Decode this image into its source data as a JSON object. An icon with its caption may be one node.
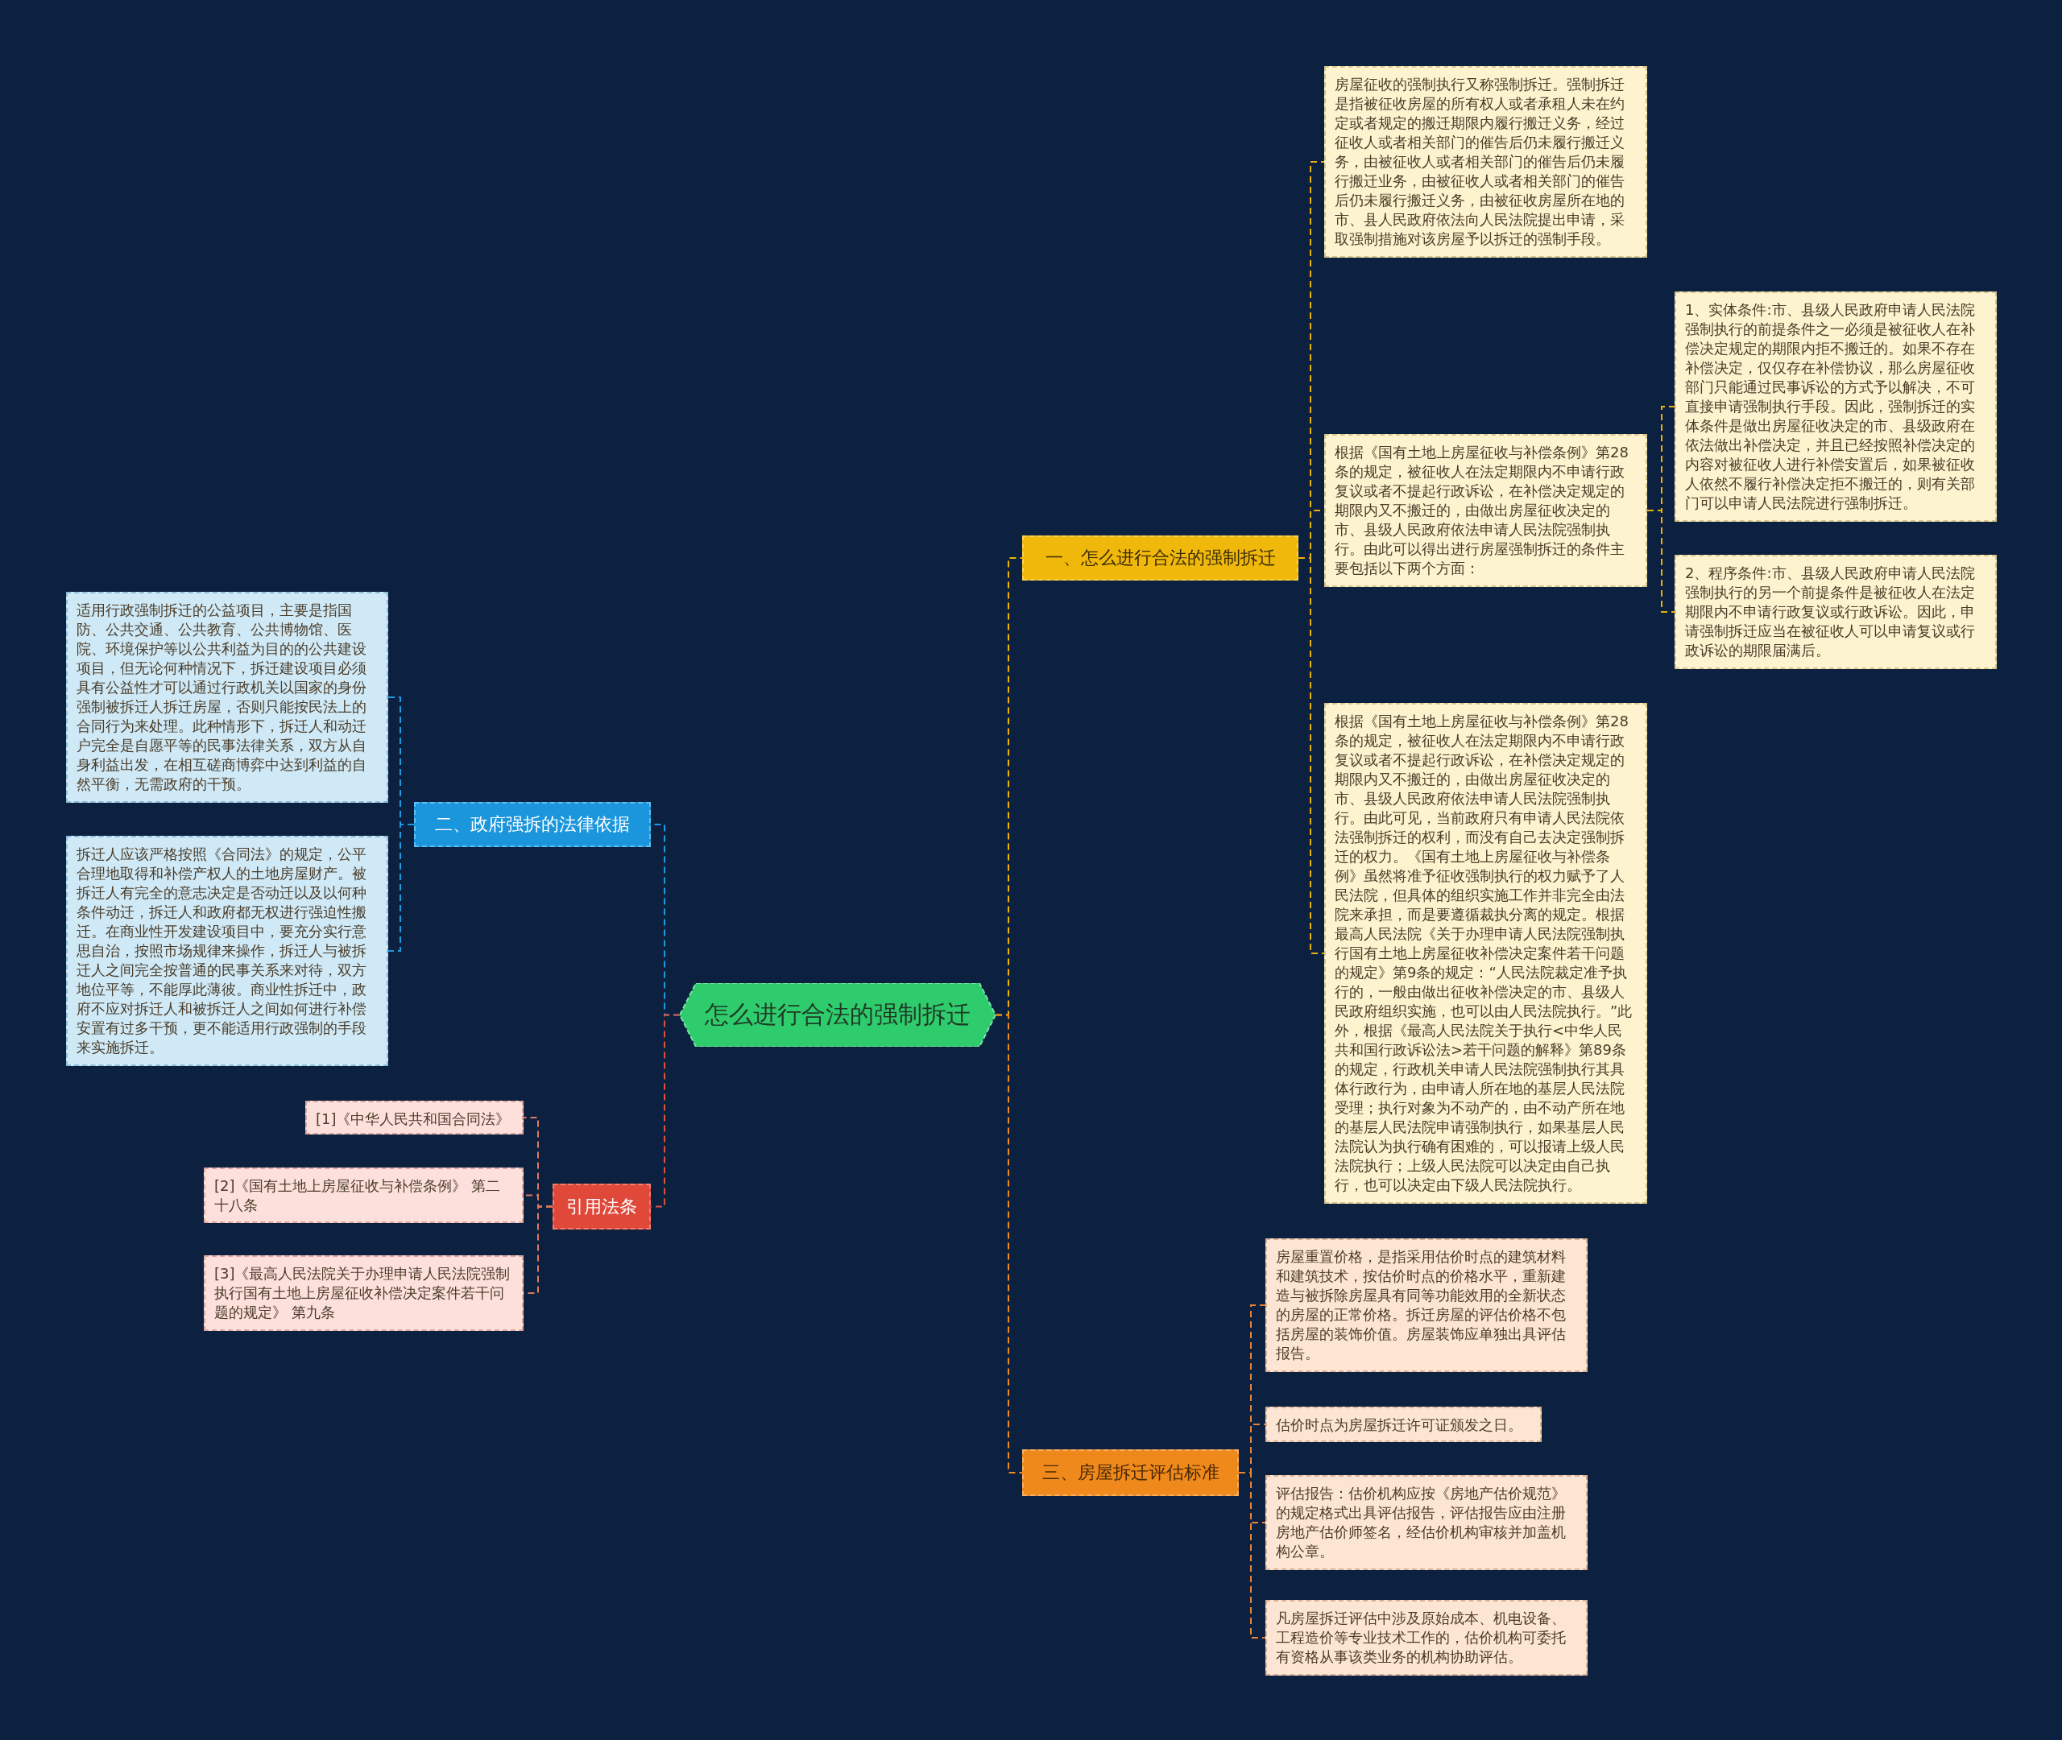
{
  "diagram": {
    "nodes": [
      {
        "text": [
          "怎么进行合法的强制拆迁"
        ]
      },
      {
        "text": [
          "一、怎么进行合法的强制拆迁"
        ]
      },
      {
        "text": [
          "房屋征收的强制执行又称强制拆迁。强制拆迁是指被征收房屋的所有权人或者承租人未在约定或者规定的搬迁期限内履行搬迁义务，经过征收人或者相关部门的催告后仍未履行搬迁义务，由被征收人或者相关部门的催告后仍未履行搬迁业务，由被征收人或者相关部门的催告后仍未履行搬迁义务，由被征收房屋所在地的市、县人民政府依法向人民法院提出申请，采取强制措施对该房屋予以拆迁的强制手段。"
        ]
      },
      {
        "text": [
          "根据《国有土地上房屋征收与补偿条例》第28条的规定，被征收人在法定期限内不申请行政复议或者不提起行政诉讼，在补偿决定规定的期限内又不搬迁的，由做出房屋征收决定的市、县级人民政府依法申请人民法院强制执行。由此可以得出进行房屋强制拆迁的条件主要包括以下两个方面："
        ]
      },
      {
        "text": [
          "1、实体条件:市、县级人民政府申请人民法院强制执行的前提条件之一必须是被征收人在补偿决定规定的期限内拒不搬迁的。如果不存在补偿决定，仅仅存在补偿协议，那么房屋征收部门只能通过民事诉讼的方式予以解决，不可直接申请强制执行手段。因此，强制拆迁的实体条件是做出房屋征收决定的市、县级政府在依法做出补偿决定，并且已经按照补偿决定的内容对被征收人进行补偿安置后，如果被征收人依然不履行补偿决定拒不搬迁的，则有关部门可以申请人民法院进行强制拆迁。"
        ]
      },
      {
        "text": [
          "2、程序条件:市、县级人民政府申请人民法院强制执行的另一个前提条件是被征收人在法定期限内不申请行政复议或行政诉讼。因此，申请强制拆迁应当在被征收人可以申请复议或行政诉讼的期限届满后。"
        ]
      },
      {
        "text": [
          "根据《国有土地上房屋征收与补偿条例》第28条的规定，被征收人在法定期限内不申请行政复议或者不提起行政诉讼，在补偿决定规定的期限内又不搬迁的，由做出房屋征收决定的市、县级人民政府依法申请人民法院强制执行。由此可见，当前政府只有申请人民法院依法强制拆迁的权利，而没有自己去决定强制拆迁的权力。《国有土地上房屋征收与补偿条例》虽然将准予征收强制执行的权力赋予了人民法院，但具体的组织实施工作并非完全由法院来承担，而是要遵循裁执分离的规定。根据最高人民法院《关于办理申请人民法院强制执行国有土地上房屋征收补偿决定案件若干问题的规定》第9条的规定：“人民法院裁定准予执行的，一般由做出征收补偿决定的市、县级人民政府组织实施，也可以由人民法院执行。”此外，根据《最高人民法院关于执行<中华人民共和国行政诉讼法>若干问题的解释》第89条的规定，行政机关申请人民法院强制执行其具体行政行为，由申请人所在地的基层人民法院受理；执行对象为不动产的，由不动产所在地的基层人民法院申请强制执行，如果基层人民法院认为执行确有困难的，可以报请上级人民法院执行；上级人民法院可以决定由自己执行，也可以决定由下级人民法院执行。"
        ]
      },
      {
        "text": [
          "二、政府强拆的法律依据"
        ]
      },
      {
        "text": [
          "适用行政强制拆迁的公益项目，主要是指国防、公共交通、公共教育、公共博物馆、医院、环境保护等以公共利益为目的的公共建设项目，但无论何种情况下，拆迁建设项目必须具有公益性才可以通过行政机关以国家的身份强制被拆迁人拆迁房屋，否则只能按民法上的合同行为来处理。此种情形下，拆迁人和动迁户完全是自愿平等的民事法律关系，双方从自身利益出发，在相互磋商博弈中达到利益的自然平衡，无需政府的干预。"
        ]
      },
      {
        "text": [
          "拆迁人应该严格按照《合同法》的规定，公平合理地取得和补偿产权人的土地房屋财产。被拆迁人有完全的意志决定是否动迁以及以何种条件动迁，拆迁人和政府都无权进行强迫性搬迁。在商业性开发建设项目中，要充分实行意思自治，按照市场规律来操作，拆迁人与被拆迁人之间完全按普通的民事关系来对待，双方地位平等，不能厚此薄彼。商业性拆迁中，政府不应对拆迁人和被拆迁人之间如何进行补偿安置有过多干预，更不能适用行政强制的手段来实施拆迁。"
        ]
      },
      {
        "text": [
          "引用法条"
        ]
      },
      {
        "text": [
          "[1]《中华人民共和国合同法》"
        ]
      },
      {
        "text": [
          "[2]《国有土地上房屋征收与补偿条例》 第二十八条"
        ]
      },
      {
        "text": [
          "[3]《最高人民法院关于办理申请人民法院强制执行国有土地上房屋征收补偿决定案件若干问题的规定》 第九条"
        ]
      },
      {
        "text": [
          "三、房屋拆迁评估标准"
        ]
      },
      {
        "text": [
          "房屋重置价格，是指采用估价时点的建筑材料和建筑技术，按估价时点的价格水平，重新建造与被拆除房屋具有同等功能效用的全新状态的房屋的正常价格。拆迁房屋的评估价格不包括房屋的装饰价值。房屋装饰应单独出具评估报告。"
        ]
      },
      {
        "text": [
          "估价时点为房屋拆迁许可证颁发之日。"
        ]
      },
      {
        "text": [
          "评估报告：估价机构应按《房地产估价规范》的规定格式出具评估报告，评估报告应由注册房地产估价师签名，经估价机构审核并加盖机构公章。"
        ]
      },
      {
        "text": [
          "凡房屋拆迁评估中涉及原始成本、机电设备、工程造价等专业技术工作的，估价机构可委托有资格从事该类业务的机构协助评估。"
        ]
      }
    ],
    "edges": [
      {
        "from": 0,
        "to": 1,
        "arrow": "none",
        "color": "#f0b400"
      },
      {
        "from": 1,
        "to": 2,
        "arrow": "none",
        "color": "#e8b10a"
      },
      {
        "from": 1,
        "to": 3,
        "arrow": "none",
        "color": "#e8b10a"
      },
      {
        "from": 3,
        "to": 4,
        "arrow": "none",
        "color": "#e8b10a"
      },
      {
        "from": 3,
        "to": 5,
        "arrow": "none",
        "color": "#e8b10a"
      },
      {
        "from": 1,
        "to": 6,
        "arrow": "none",
        "color": "#e8b10a"
      },
      {
        "from": 0,
        "to": 7,
        "arrow": "none",
        "color": "#1e9be0"
      },
      {
        "from": 7,
        "to": 8,
        "arrow": "none",
        "color": "#1e9be0"
      },
      {
        "from": 7,
        "to": 9,
        "arrow": "none",
        "color": "#1e9be0"
      },
      {
        "from": 0,
        "to": 10,
        "arrow": "none",
        "color": "#e0503e"
      },
      {
        "from": 10,
        "to": 11,
        "arrow": "none",
        "color": "#e07a5f"
      },
      {
        "from": 10,
        "to": 12,
        "arrow": "none",
        "color": "#e07a5f"
      },
      {
        "from": 10,
        "to": 13,
        "arrow": "none",
        "color": "#e07a5f"
      },
      {
        "from": 0,
        "to": 14,
        "arrow": "none",
        "color": "#f08a1e"
      },
      {
        "from": 14,
        "to": 15,
        "arrow": "none",
        "color": "#e8843a"
      },
      {
        "from": 14,
        "to": 16,
        "arrow": "none",
        "color": "#e8843a"
      },
      {
        "from": 14,
        "to": 17,
        "arrow": "none",
        "color": "#e8843a"
      },
      {
        "from": 14,
        "to": 18,
        "arrow": "none",
        "color": "#e8843a"
      }
    ]
  }
}
